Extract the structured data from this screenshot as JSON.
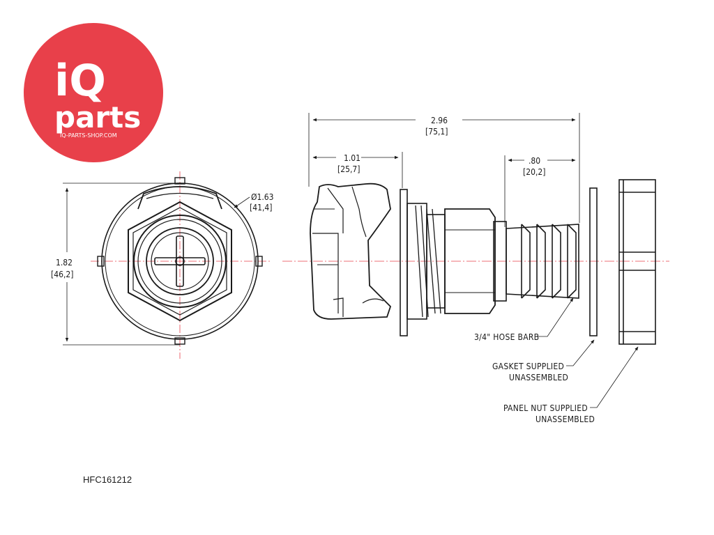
{
  "brand": {
    "logo_line1": "iQ",
    "logo_line2": "parts",
    "logo_url_text": "IQ-PARTS-SHOP.COM",
    "logo_color": "#e8404a"
  },
  "part_number": "HFC161212",
  "dimensions": {
    "overall_length": "2.96",
    "overall_length_mm": "[75,1]",
    "body_length": "1.01",
    "body_length_mm": "[25,7]",
    "barb_length": ".80",
    "barb_length_mm": "[20,2]",
    "height": "1.82",
    "height_mm": "[46,2]",
    "diameter": "Ø1.63",
    "diameter_mm": "[41,4]"
  },
  "callouts": {
    "hose_barb": "3/4\" HOSE BARB",
    "gasket_line1": "GASKET SUPPLIED",
    "gasket_line2": "UNASSEMBLED",
    "nut_line1": "PANEL NUT SUPPLIED",
    "nut_line2": "UNASSEMBLED"
  },
  "colors": {
    "line": "#1a1a1a",
    "centerline": "#e8404a"
  }
}
